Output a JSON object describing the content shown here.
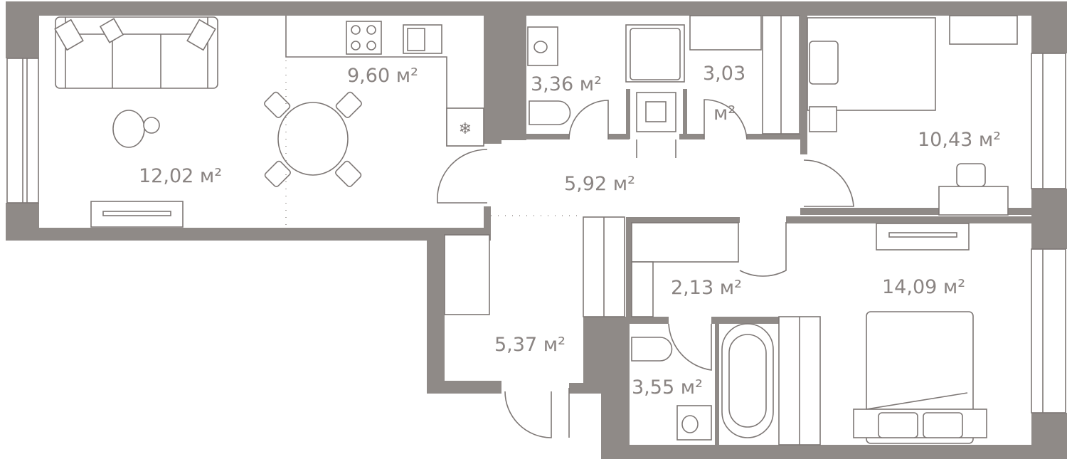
{
  "plan": {
    "title": "Apartment floor plan",
    "colors": {
      "wall": "#8f8a87",
      "line": "#7d7775",
      "text": "#8a8482"
    },
    "rooms": [
      {
        "id": "living",
        "label": "12,02 м²"
      },
      {
        "id": "kitchen",
        "label": "9,60 м²"
      },
      {
        "id": "bath-1",
        "label": "3,36 м²"
      },
      {
        "id": "wardrobe-1",
        "label_line1": "3,03",
        "label_line2": "м²"
      },
      {
        "id": "bedroom-1",
        "label": "10,43 м²"
      },
      {
        "id": "corridor",
        "label": "5,92 м²"
      },
      {
        "id": "wardrobe-2",
        "label": "2,13 м²"
      },
      {
        "id": "bedroom-2",
        "label": "14,09 м²"
      },
      {
        "id": "hall",
        "label": "5,37 м²"
      },
      {
        "id": "bath-2",
        "label": "3,55 м²"
      }
    ]
  }
}
